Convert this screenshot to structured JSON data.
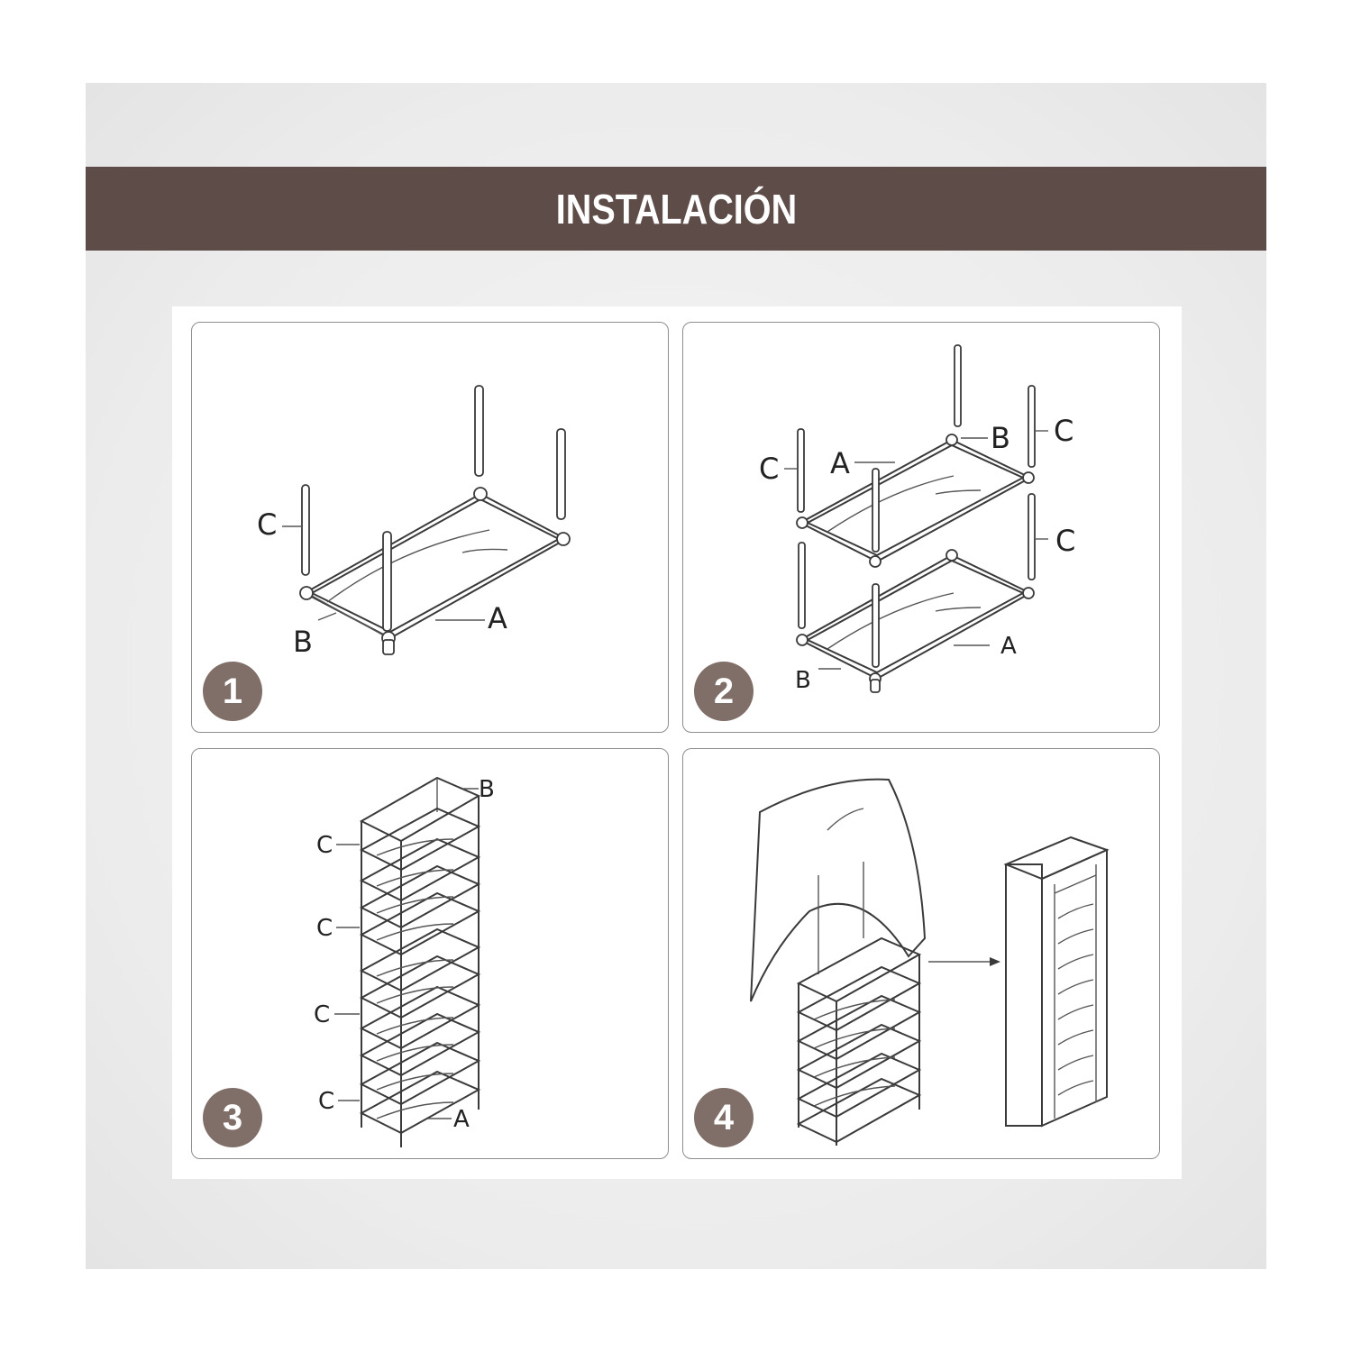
{
  "header": {
    "title": "INSTALACIÓN"
  },
  "steps": [
    {
      "number": "1",
      "labels": {
        "c": "C",
        "b": "B",
        "a": "A"
      }
    },
    {
      "number": "2",
      "labels": {
        "c_left": "C",
        "a_top": "A",
        "b_top": "B",
        "c_top": "C",
        "c_mid": "C",
        "a_bottom": "A",
        "b_bottom": "B"
      }
    },
    {
      "number": "3",
      "labels": {
        "b": "B",
        "c1": "C",
        "c2": "C",
        "c3": "C",
        "c4": "C",
        "a": "A"
      }
    },
    {
      "number": "4"
    }
  ],
  "colors": {
    "banner": "#5e4c48",
    "badge": "#806e68",
    "line": "#3a3a3a"
  }
}
